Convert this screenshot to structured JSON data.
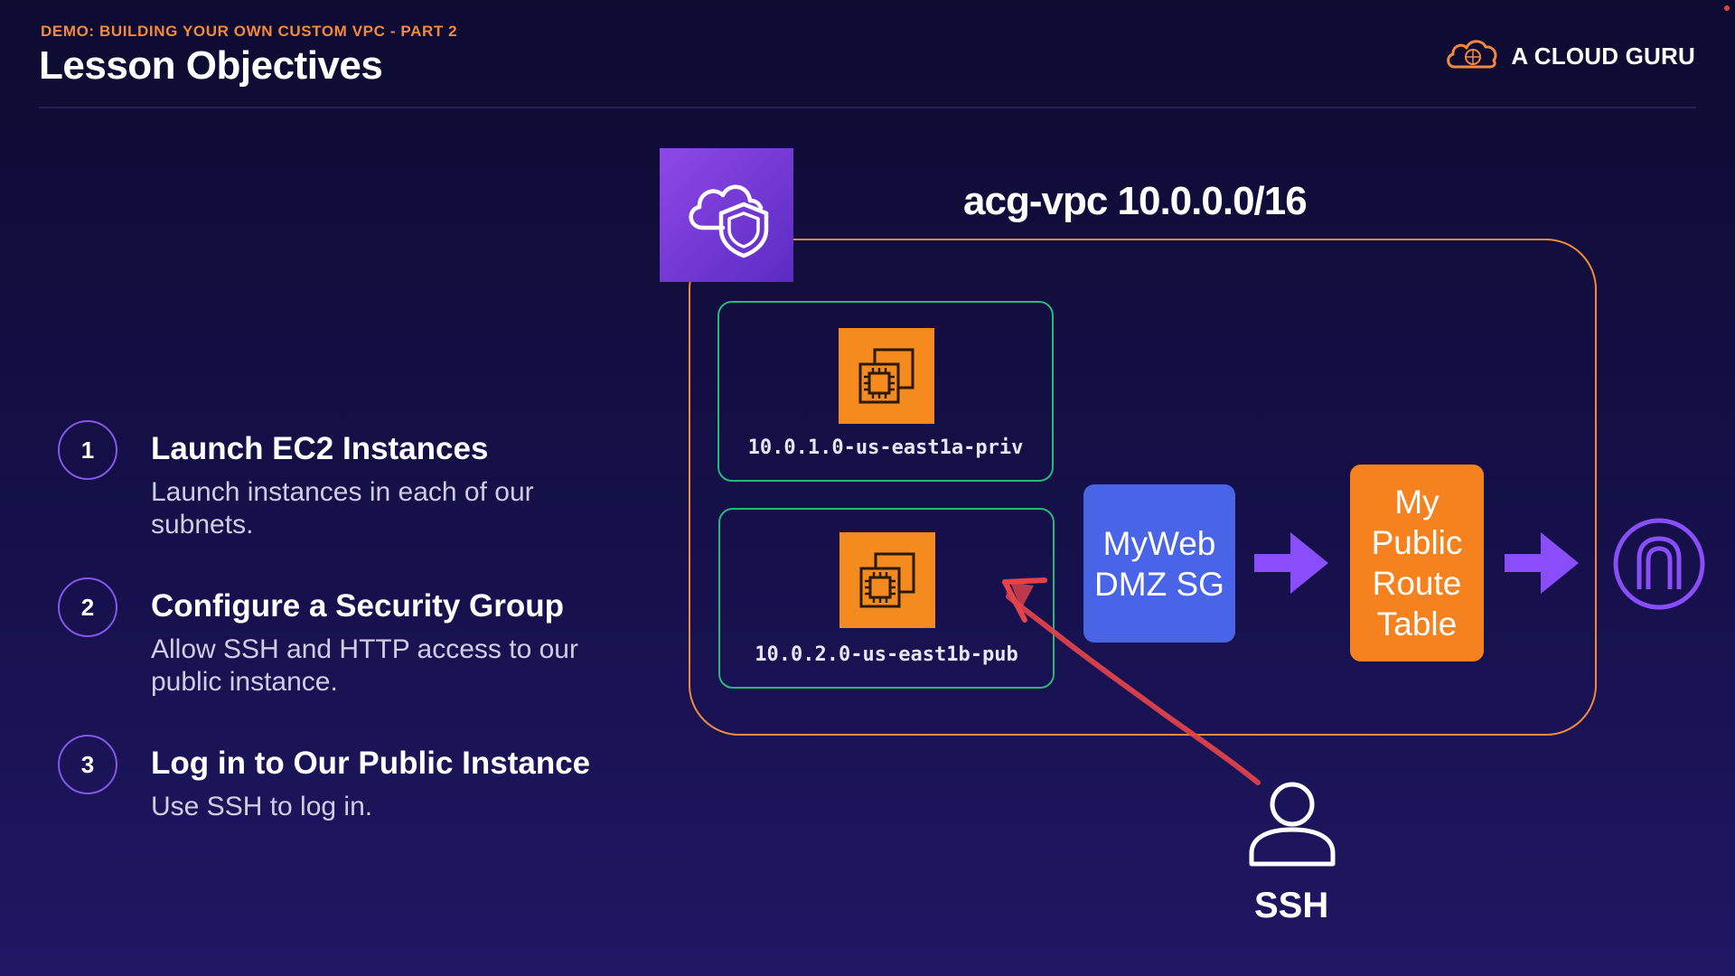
{
  "header": {
    "subtitle": "DEMO: BUILDING YOUR OWN CUSTOM VPC - PART 2",
    "title": "Lesson Objectives",
    "brand_name": "A CLOUD GURU",
    "brand_icon": "cloud-logo-icon"
  },
  "objectives": [
    {
      "number": "1",
      "title": "Launch EC2 Instances",
      "description": "Launch instances in each of our subnets."
    },
    {
      "number": "2",
      "title": "Configure a Security Group",
      "description": "Allow SSH and HTTP access to our public instance."
    },
    {
      "number": "3",
      "title": "Log in to Our Public Instance",
      "description": "Use SSH to log in."
    }
  ],
  "diagram": {
    "vpc_label": "acg-vpc 10.0.0.0/16",
    "vpc_icon": "vpc-cloud-shield-icon",
    "subnets": [
      {
        "label": "10.0.1.0-us-east1a-priv",
        "icon": "ec2-chip-icon"
      },
      {
        "label": "10.0.2.0-us-east1b-pub",
        "icon": "ec2-chip-icon"
      }
    ],
    "security_group": {
      "line1": "MyWeb",
      "line2": "DMZ SG"
    },
    "route_table": {
      "line1": "My",
      "line2": "Public",
      "line3": "Route",
      "line4": "Table"
    },
    "gateway_icon": "internet-gateway-icon",
    "user_icon": "user-icon",
    "ssh_label": "SSH"
  },
  "colors": {
    "background": "#120d3a",
    "accent_orange": "#f5883a",
    "vpc_purple": "#7a3ed8",
    "subnet_green": "#27b97b",
    "security_group_blue": "#4a64e8",
    "route_table_orange": "#f5821f",
    "arrow_purple": "#8a4dfa",
    "ssh_red": "#e3444a"
  }
}
